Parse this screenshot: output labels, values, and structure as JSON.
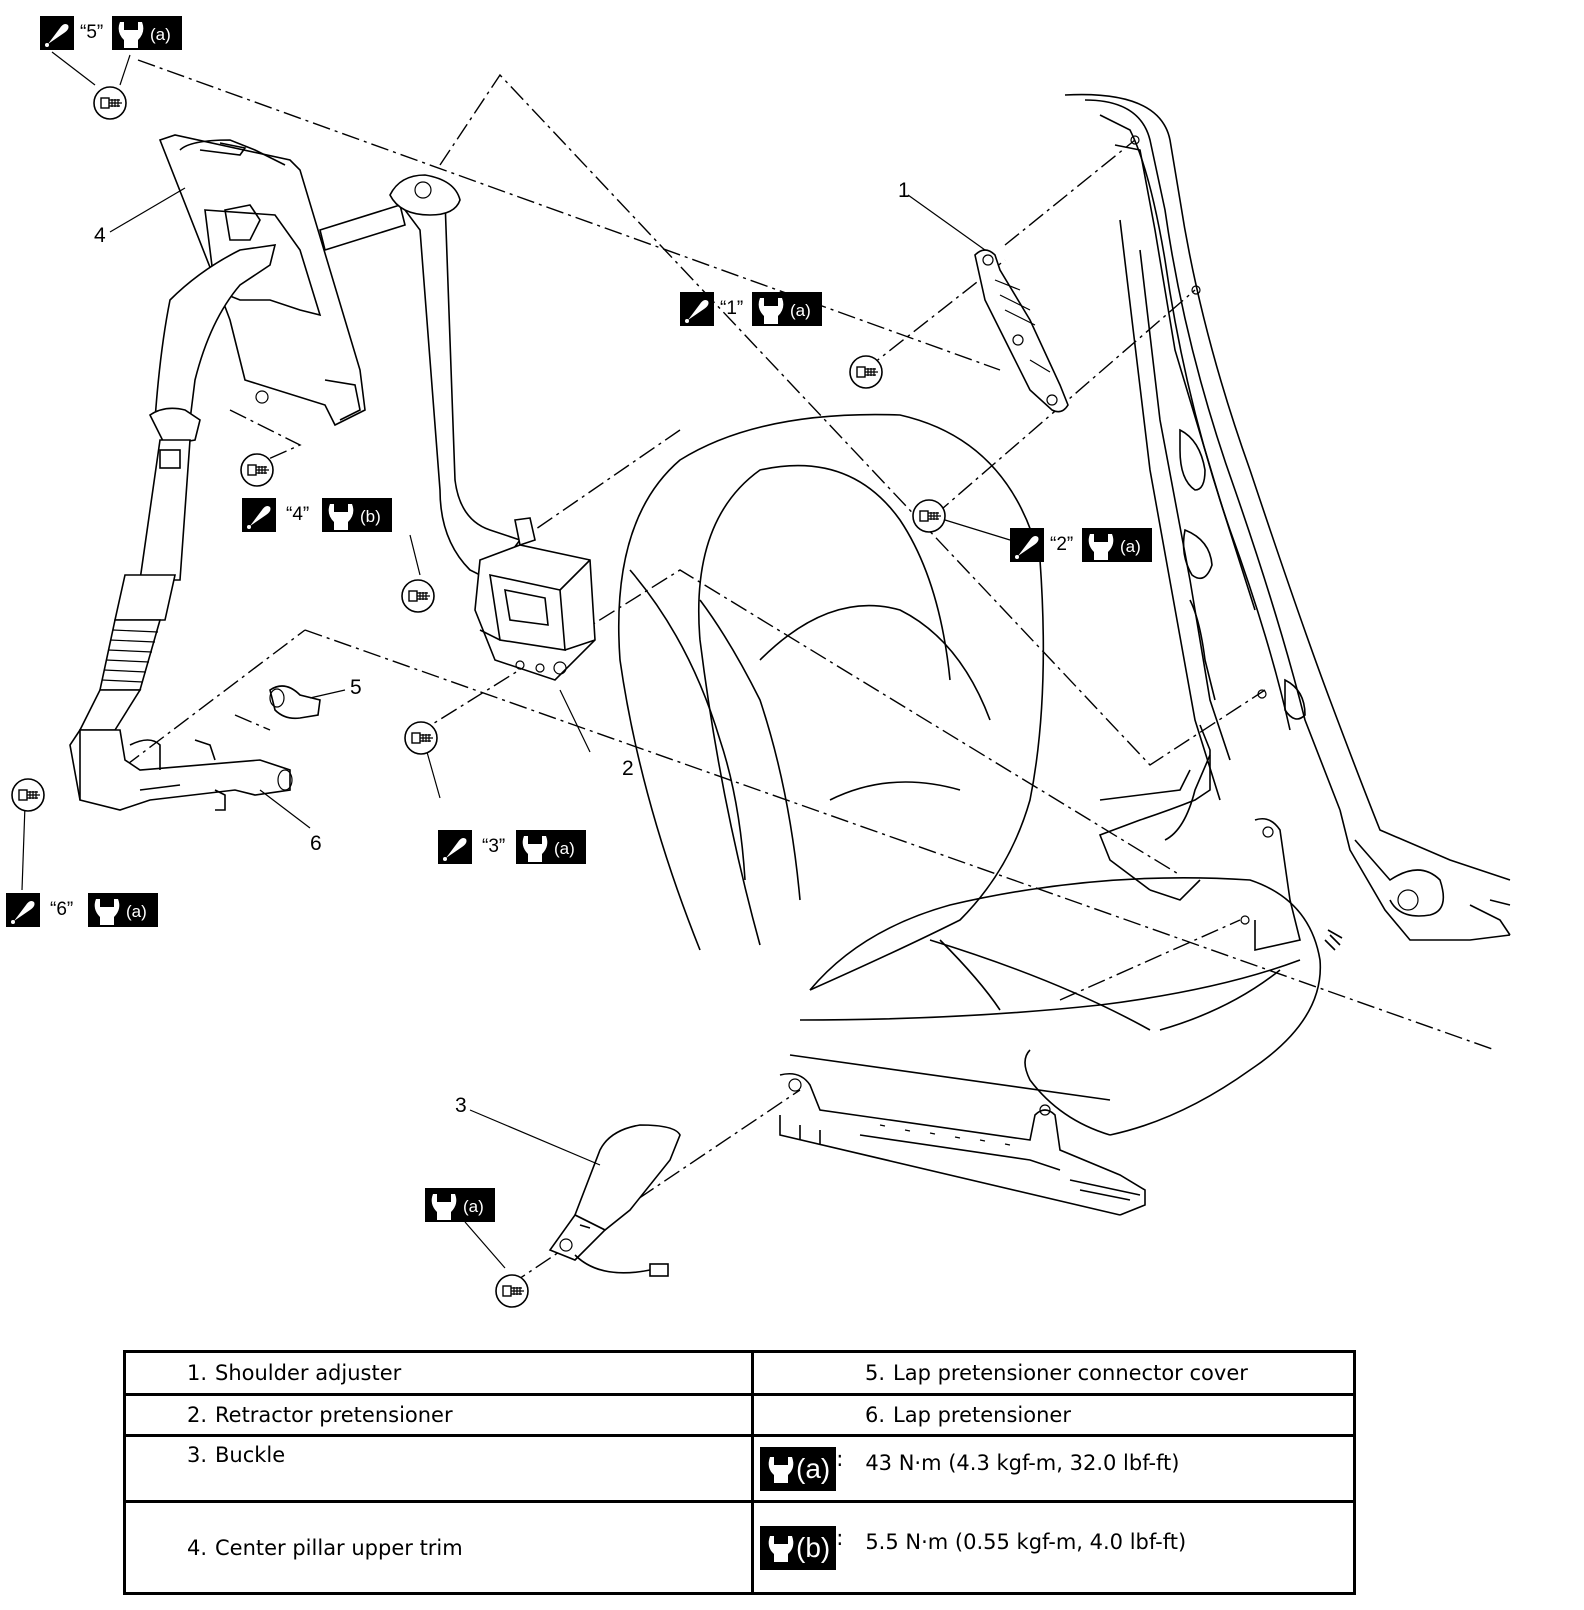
{
  "callouts": {
    "c1": "1",
    "c2": "2",
    "c3": "3",
    "c4": "4",
    "c5": "5",
    "c6": "6"
  },
  "tags": {
    "t1": "“1”",
    "t2": "“2”",
    "t3": "“3”",
    "t4": "“4”",
    "t5": "“5”",
    "t6": "“6”"
  },
  "torque_letters": {
    "a": "(a)",
    "b": "(b)"
  },
  "legend": {
    "rows": [
      {
        "left_num": "1.",
        "left": "Shoulder adjuster",
        "right_num": "5.",
        "right": "Lap pretensioner connector cover"
      },
      {
        "left_num": "2.",
        "left": "Retractor pretensioner",
        "right_num": "6.",
        "right": "Lap pretensioner"
      },
      {
        "left_num": "3.",
        "left": "Buckle",
        "torque_key": "(a)",
        "torque_value": "43 N·m (4.3 kgf-m, 32.0 lbf-ft)"
      },
      {
        "left_num": "4.",
        "left": "Center pillar upper trim",
        "torque_key": "(b)",
        "torque_value": "5.5 N·m (0.55 kgf-m, 4.0 lbf-ft)"
      }
    ]
  },
  "icons": [
    "grease-icon",
    "wrench-icon",
    "bolt-icon"
  ],
  "colors": {
    "ink": "#000000",
    "paper": "#ffffff"
  }
}
